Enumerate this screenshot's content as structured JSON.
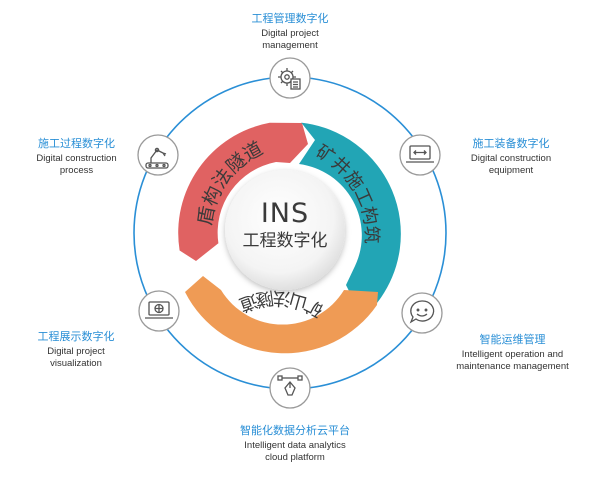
{
  "center": {
    "title": "INS",
    "subtitle": "工程数字化"
  },
  "segments": [
    {
      "text": "盾构法隧道",
      "color": "#e06262"
    },
    {
      "text": "矿井施工构筑",
      "color": "#22a5b5"
    },
    {
      "text": "矿山法隧道",
      "color": "#ef9b55"
    }
  ],
  "nodes": [
    {
      "cn": "工程管理数字化",
      "en": [
        "Digital project",
        "management"
      ],
      "icon": "gear-document-icon"
    },
    {
      "cn": "施工装备数字化",
      "en": [
        "Digital construction",
        "equipment"
      ],
      "icon": "laptop-code-icon"
    },
    {
      "cn": "智能运维管理",
      "en": [
        "Intelligent operation and",
        "maintenance management"
      ],
      "icon": "chat-bubble-icon"
    },
    {
      "cn": "智能化数据分析云平台",
      "en": [
        "Intelligent data analytics",
        "cloud platform"
      ],
      "icon": "pen-tool-icon"
    },
    {
      "cn": "工程展示数字化",
      "en": [
        "Digital project",
        "visualization"
      ],
      "icon": "laptop-globe-icon"
    },
    {
      "cn": "施工过程数字化",
      "en": [
        "Digital construction",
        "process"
      ],
      "icon": "robot-arm-icon"
    }
  ],
  "colors": {
    "ring": "#2a8fd6",
    "accent_text": "#2a8fd6",
    "body_text": "#333333"
  }
}
